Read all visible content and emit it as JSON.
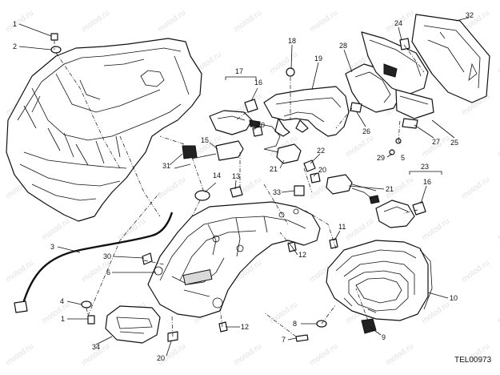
{
  "drawing_code": "TEL00973",
  "watermark": "motod.ru",
  "callouts": [
    "1",
    "2",
    "3",
    "4",
    "5",
    "6",
    "7",
    "8",
    "9",
    "10",
    "11",
    "12",
    "12",
    "13",
    "14",
    "15",
    "16",
    "16",
    "17",
    "18",
    "19",
    "20",
    "20",
    "20",
    "21",
    "21",
    "22",
    "23",
    "24",
    "25",
    "26",
    "27",
    "28",
    "29",
    "30",
    "31",
    "32",
    "33",
    "34",
    "1"
  ]
}
